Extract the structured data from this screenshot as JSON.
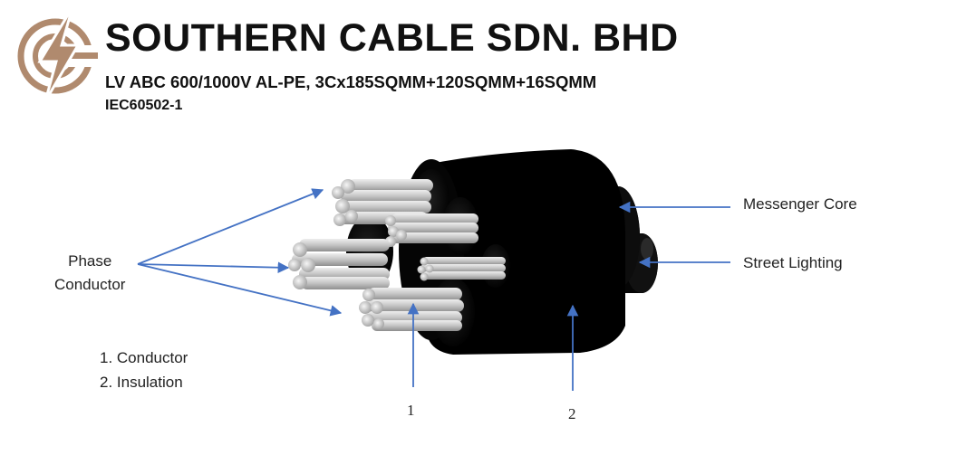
{
  "header": {
    "company": "SOUTHERN CABLE SDN. BHD",
    "spec": "LV ABC 600/1000V AL-PE, 3Cx185SQMM+120SQMM+16SQMM",
    "standard": "IEC60502-1"
  },
  "labels": {
    "phase_line1": "Phase",
    "phase_line2": "Conductor",
    "messenger": "Messenger Core",
    "street": "Street Lighting",
    "legend1": "1. Conductor",
    "legend2": "2. Insulation",
    "num1": "1",
    "num2": "2"
  },
  "colors": {
    "logo": "#b08a6e",
    "arrow": "#4472c4",
    "insulation": "#0a0a0a",
    "conductor": "#c8c8c8"
  }
}
